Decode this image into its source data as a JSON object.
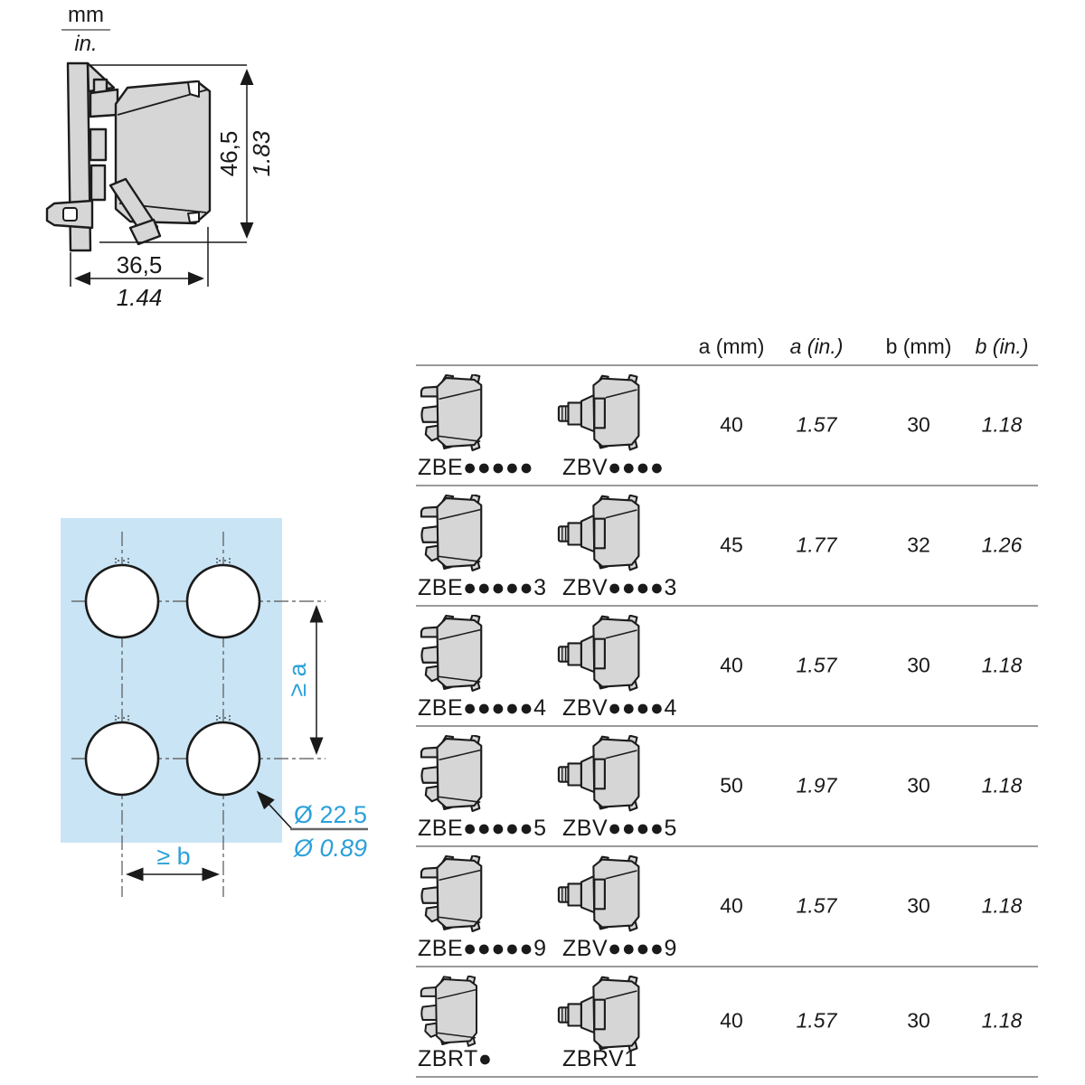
{
  "units_legend": {
    "top": "mm",
    "bottom": "in."
  },
  "side_view": {
    "height_mm": "46,5",
    "height_in": "1.83",
    "width_mm": "36,5",
    "width_in": "1.44"
  },
  "drill_diagram": {
    "vertical_spacing_label": "≥ a",
    "horizontal_spacing_label": "≥ b",
    "hole_diameter_mm": "Ø 22.5",
    "hole_diameter_in": "Ø 0.89"
  },
  "table": {
    "headers": {
      "a_mm": "a (mm)",
      "a_in": "a (in.)",
      "b_mm": "b (mm)",
      "b_in": "b (in.)"
    },
    "rows": [
      {
        "left_label": "ZBE●●●●●",
        "right_label": "ZBV●●●●",
        "a_mm": "40",
        "a_in": "1.57",
        "b_mm": "30",
        "b_in": "1.18"
      },
      {
        "left_label": "ZBE●●●●●3",
        "right_label": "ZBV●●●●3",
        "a_mm": "45",
        "a_in": "1.77",
        "b_mm": "32",
        "b_in": "1.26"
      },
      {
        "left_label": "ZBE●●●●●4",
        "right_label": "ZBV●●●●4",
        "a_mm": "40",
        "a_in": "1.57",
        "b_mm": "30",
        "b_in": "1.18"
      },
      {
        "left_label": "ZBE●●●●●5",
        "right_label": "ZBV●●●●5",
        "a_mm": "50",
        "a_in": "1.97",
        "b_mm": "30",
        "b_in": "1.18"
      },
      {
        "left_label": "ZBE●●●●●9",
        "right_label": "ZBV●●●●9",
        "a_mm": "40",
        "a_in": "1.57",
        "b_mm": "30",
        "b_in": "1.18"
      },
      {
        "left_label": "ZBRT●",
        "right_label": "ZBRV1",
        "a_mm": "40",
        "a_in": "1.57",
        "b_mm": "30",
        "b_in": "1.18"
      }
    ]
  },
  "colors": {
    "accent_blue": "#2ba0d9",
    "panel_blue": "#c9e4f4",
    "block_gray": "#d6d6d6",
    "rule_gray": "#9a9a9a"
  }
}
